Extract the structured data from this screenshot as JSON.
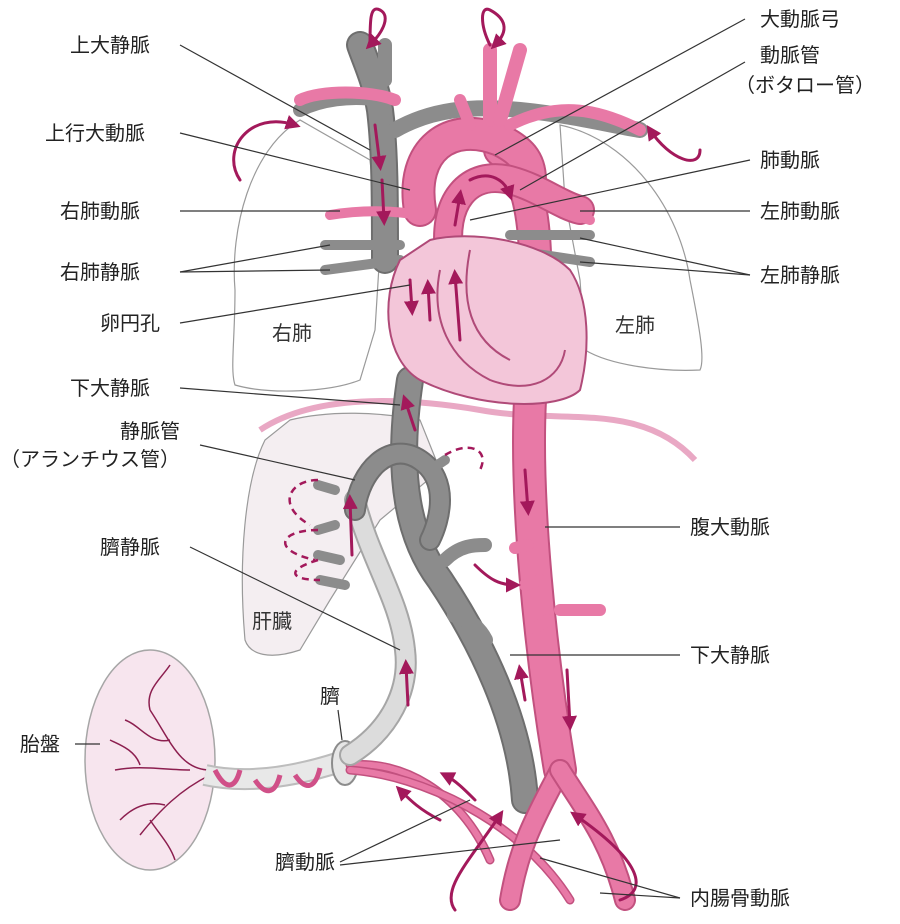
{
  "labels": {
    "superior_vena_cava": "上大静脈",
    "ascending_aorta": "上行大動脈",
    "right_pulmonary_artery": "右肺動脈",
    "right_pulmonary_veins": "右肺静脈",
    "foramen_ovale": "卵円孔",
    "inferior_vena_cava_upper": "下大静脈",
    "ductus_venosus": "静脈管",
    "ductus_venosus_alt": "（アランチウス管）",
    "umbilical_vein": "臍静脈",
    "placenta": "胎盤",
    "umbilicus": "臍",
    "umbilical_artery": "臍動脈",
    "aortic_arch": "大動脈弓",
    "ductus_arteriosus": "動脈管",
    "ductus_arteriosus_alt": "（ボタロー管）",
    "pulmonary_artery": "肺動脈",
    "left_pulmonary_artery": "左肺動脈",
    "left_pulmonary_veins": "左肺静脈",
    "abdominal_aorta": "腹大動脈",
    "inferior_vena_cava_lower": "下大静脈",
    "internal_iliac_artery": "内腸骨動脈",
    "right_lung": "右肺",
    "left_lung": "左肺",
    "liver": "肝臓"
  },
  "colors": {
    "oxygenated": "#e879a6",
    "deoxygenated": "#8c8c8c",
    "flow_arrow": "#a3195b",
    "heart_fill": "#f3c6d9"
  }
}
